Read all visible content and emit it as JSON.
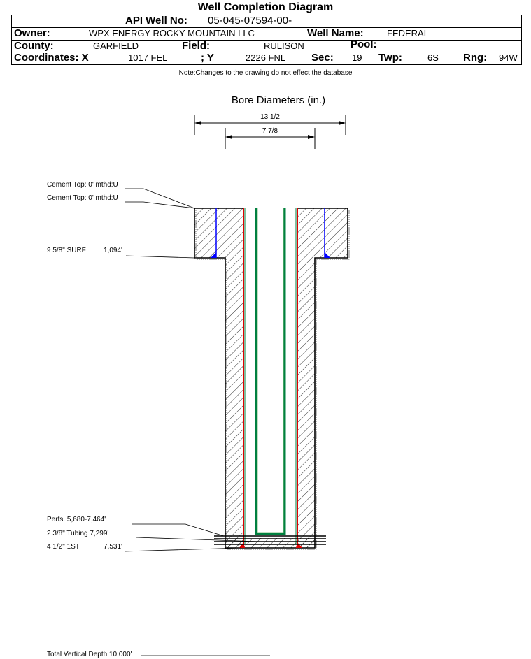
{
  "title": "Well Completion Diagram",
  "header": {
    "api_label": "API Well No:",
    "api_value": "05-045-07594-00-",
    "owner_label": "Owner:",
    "owner_value": "WPX ENERGY ROCKY MOUNTAIN LLC",
    "well_name_label": "Well Name:",
    "well_name_value": "FEDERAL",
    "county_label": "County:",
    "county_value": "GARFIELD",
    "field_label": "Field:",
    "field_value": "RULISON",
    "pool_label": "Pool:",
    "coord_x_label": "Coordinates: X",
    "coord_x_value": "1017 FEL",
    "coord_y_label": "; Y",
    "coord_y_value": "2226 FNL",
    "sec_label": "Sec:",
    "sec_value": "19",
    "twp_label": "Twp:",
    "twp_value": "6S",
    "rng_label": "Rng:",
    "rng_value": "94W"
  },
  "note": "Note:Changes to the drawing do not effect the database",
  "diagram": {
    "bore_title": "Bore Diameters (in.)",
    "dim_outer": "13 1/2",
    "dim_inner": "7 7/8",
    "labels": {
      "cement_top_1": "Cement Top: 0' mthd:U",
      "cement_top_2": "Cement Top: 0' mthd:U",
      "surf_casing": "9 5/8\" SURF",
      "surf_depth": "1,094'",
      "perfs": "Perfs. 5,680-7,464'",
      "tubing": "2 3/8\" Tubing 7,299'",
      "prod_casing": "4 1/2\" 1ST",
      "prod_depth": "7,531'",
      "tvd": "Total Vertical Depth 10,000'"
    },
    "colors": {
      "casing": "#e00000",
      "tubing": "#008040",
      "surface_casing": "#0000ff"
    }
  }
}
